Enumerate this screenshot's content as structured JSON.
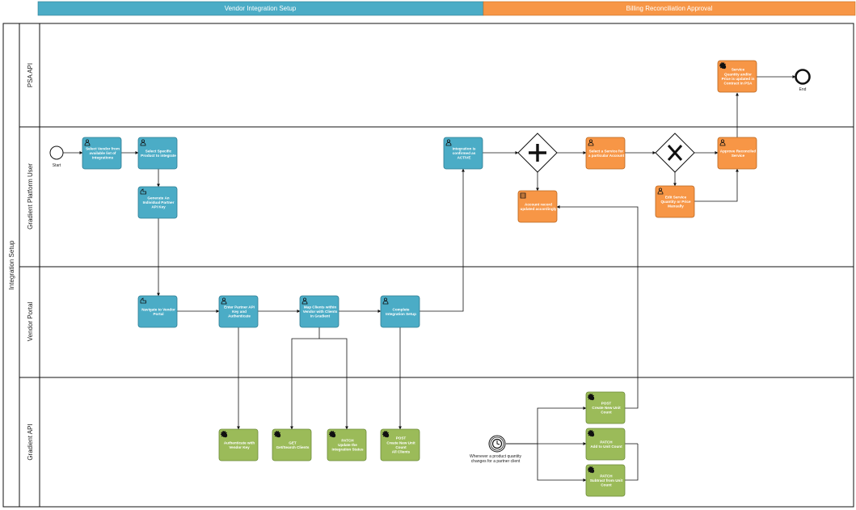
{
  "phases": [
    {
      "label": "Vendor Integration Setup",
      "color": "#4bacc6"
    },
    {
      "label": "Billing Reconciliation Approval",
      "color": "#f79646"
    }
  ],
  "pool": {
    "label": "Integration Setup"
  },
  "lanes": [
    "PSA API",
    "Gradient Platform User",
    "Vendor Portal",
    "Gradient API"
  ],
  "colors": {
    "blue": "#4bacc6",
    "orange": "#f79646",
    "green": "#9bbb59"
  },
  "events": {
    "start": "Start",
    "end": "End",
    "timer": [
      "Whenever a product quantity",
      "changes for a partner client"
    ]
  },
  "tasks": {
    "select_vendor": {
      "lines": [
        "Select Vendor from",
        "available list of",
        "integrations"
      ],
      "icon": "user-icon"
    },
    "select_product": {
      "lines": [
        "Select Specific",
        "Product to integrate"
      ],
      "icon": "user-icon"
    },
    "generate_key": {
      "lines": [
        "Generate An",
        "Individual Partner",
        "API Key"
      ],
      "icon": "hand-icon"
    },
    "navigate_vendor": {
      "lines": [
        "Navigate to Vendor",
        "Portal"
      ],
      "icon": "hand-icon"
    },
    "enter_key": {
      "lines": [
        "Enter Partner API",
        "Key and",
        "Authenticate"
      ],
      "icon": "user-icon"
    },
    "map_clients": {
      "lines": [
        "Map Clients within",
        "Vendor with Clients",
        "in Gradient"
      ],
      "icon": "user-icon"
    },
    "complete_setup": {
      "lines": [
        "Complete",
        "Integration Setup"
      ],
      "icon": "user-icon"
    },
    "integration_active": {
      "lines": [
        "Integration is",
        "confirmed as",
        "ACTIVE"
      ],
      "icon": "user-icon"
    },
    "auth_key": {
      "lines": [
        "Authenticate with",
        "Vendor Key"
      ],
      "icon": "gear-icon"
    },
    "get_clients": {
      "lines": [
        "GET",
        "Get/Search Clients"
      ],
      "icon": "gear-icon"
    },
    "patch_status": {
      "lines": [
        "PATCH",
        "Update the",
        "Integration Status"
      ],
      "icon": "gear-icon"
    },
    "post_unit_count": {
      "lines": [
        "POST",
        "Create New Unit",
        "Count",
        "All Clients"
      ],
      "icon": "gear-icon"
    },
    "select_service": {
      "lines": [
        "Select a Service for",
        "a particular Account"
      ],
      "icon": "user-icon"
    },
    "account_record": {
      "lines": [
        "Account record",
        "updated accordingly"
      ],
      "icon": "table-icon"
    },
    "edit_service": {
      "lines": [
        "Edit Service",
        "Quantity or Price",
        "Manually"
      ],
      "icon": "user-icon"
    },
    "approve_service": {
      "lines": [
        "Approve Reconciled",
        "Service"
      ],
      "icon": "user-icon"
    },
    "psa_update": {
      "lines": [
        "Service",
        "Quantity and/or",
        "Price is updated in",
        "Contract in PSA"
      ],
      "icon": "gear-icon"
    },
    "post_new_count": {
      "lines": [
        "POST",
        "Create New Unit",
        "Count"
      ],
      "icon": "gear-icon"
    },
    "patch_add": {
      "lines": [
        "PATCH",
        "Add to Unit Count"
      ],
      "icon": "gear-icon"
    },
    "patch_subtract": {
      "lines": [
        "PATCH",
        "Subtract from Unit",
        "Count"
      ],
      "icon": "gear-icon"
    }
  }
}
